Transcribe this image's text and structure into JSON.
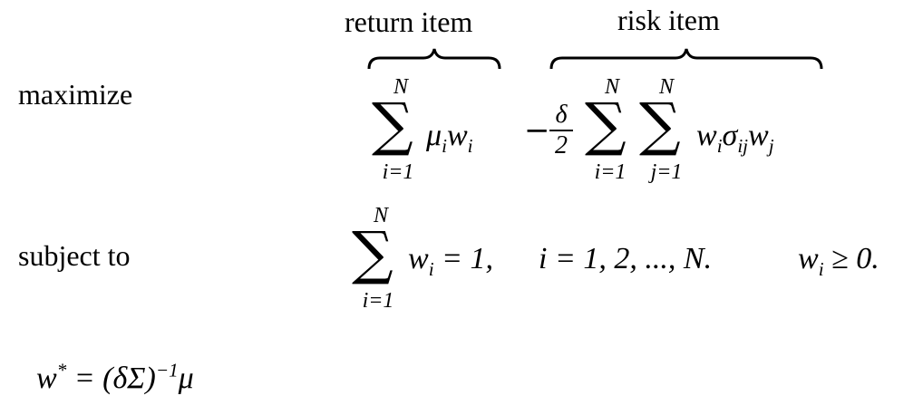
{
  "labels": {
    "maximize": "maximize",
    "subject_to": "subject to"
  },
  "braces": {
    "return_item": "return item",
    "risk_item": "risk item"
  },
  "objective": {
    "sum1_upper": "N",
    "sum1_lower": "i=1",
    "term1": "μiwi",
    "minus": "−",
    "frac_num": "δ",
    "frac_den": "2",
    "sum2_upper": "N",
    "sum2_lower": "i=1",
    "sum3_upper": "N",
    "sum3_lower": "j=1",
    "term2": "wiσijwj"
  },
  "constraint": {
    "sum_upper": "N",
    "sum_lower": "i=1",
    "expr": "wi = 1,",
    "index_range": "i = 1, 2, ..., N.",
    "nonneg": "wi ≥ 0."
  },
  "solution": {
    "formula": "w* = (δΣ)−1μ"
  }
}
